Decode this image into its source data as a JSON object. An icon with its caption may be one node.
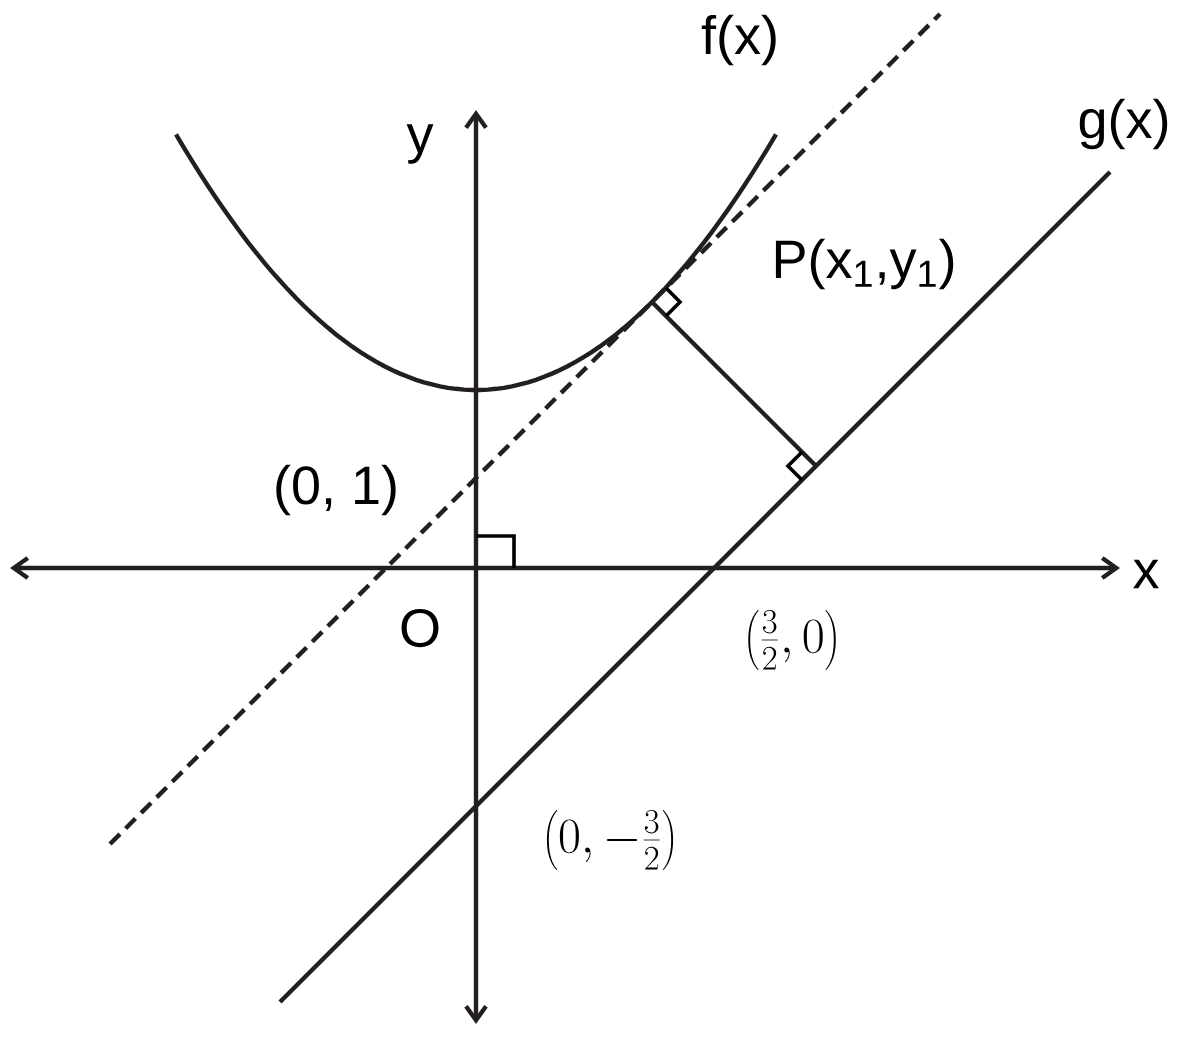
{
  "diagram": {
    "labels": [
      "f(x)",
      "y",
      "g(x)",
      "P(x$_{1}$,y$_{1}$)",
      "(0, 1)",
      "x",
      "O",
      "\\left(\\frac{3}{2},0\\right)",
      "\\left(0,-\\frac{3}{2}\\right)"
    ]
  }
}
